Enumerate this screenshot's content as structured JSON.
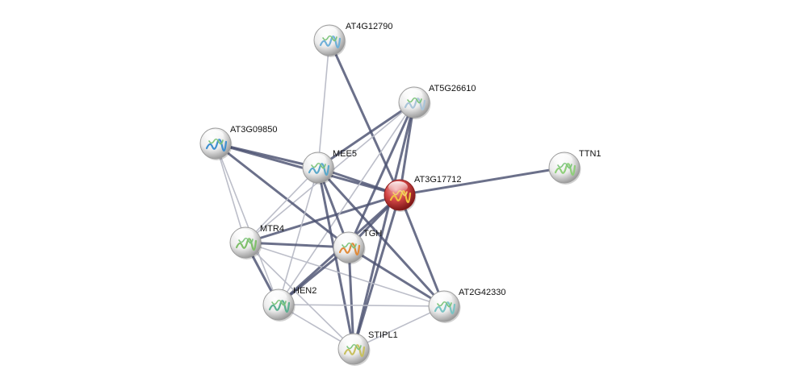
{
  "colors": {
    "background": "#ffffff",
    "edge_strong": "#4a5070",
    "edge_weak": "#b8bac6",
    "node_query": "#cc3333",
    "node_neighbor": "#e6e6e6",
    "label": "#111111"
  },
  "network": {
    "query_node": "AT3G17712",
    "nodes": [
      {
        "id": "AT4G12790",
        "label": "AT4G12790",
        "type": "neighbor",
        "structure_color": "#6fb0d8"
      },
      {
        "id": "AT5G26610",
        "label": "AT5G26610",
        "type": "neighbor",
        "structure_color": "#a9c4d8"
      },
      {
        "id": "AT3G09850",
        "label": "AT3G09850",
        "type": "neighbor",
        "structure_color": "#3f8fcf"
      },
      {
        "id": "MEE5",
        "label": "MEE5",
        "type": "neighbor",
        "structure_color": "#5aa7c9"
      },
      {
        "id": "AT3G17712",
        "label": "AT3G17712",
        "type": "query",
        "structure_color": "#f0c040"
      },
      {
        "id": "TTN1",
        "label": "TTN1",
        "type": "neighbor",
        "structure_color": "#8fcf7a"
      },
      {
        "id": "MTR4",
        "label": "MTR4",
        "type": "neighbor",
        "structure_color": "#7fbf6a"
      },
      {
        "id": "TGH",
        "label": "TGH",
        "type": "neighbor",
        "structure_color": "#e08a3a"
      },
      {
        "id": "HEN2",
        "label": "HEN2",
        "type": "neighbor",
        "structure_color": "#5ab08f"
      },
      {
        "id": "AT2G42330",
        "label": "AT2G42330",
        "type": "neighbor",
        "structure_color": "#7ac4c4"
      },
      {
        "id": "STIPL1",
        "label": "STIPL1",
        "type": "neighbor",
        "structure_color": "#c8c060"
      }
    ],
    "edges": [
      {
        "source": "AT3G17712",
        "target": "TTN1",
        "strength": "strong"
      },
      {
        "source": "AT3G17712",
        "target": "AT4G12790",
        "strength": "strong"
      },
      {
        "source": "AT3G17712",
        "target": "AT5G26610",
        "strength": "strong"
      },
      {
        "source": "AT3G17712",
        "target": "AT3G09850",
        "strength": "strong"
      },
      {
        "source": "AT3G17712",
        "target": "MEE5",
        "strength": "strong"
      },
      {
        "source": "AT3G17712",
        "target": "MTR4",
        "strength": "strong"
      },
      {
        "source": "AT3G17712",
        "target": "TGH",
        "strength": "strong"
      },
      {
        "source": "AT3G17712",
        "target": "HEN2",
        "strength": "strong"
      },
      {
        "source": "AT3G17712",
        "target": "AT2G42330",
        "strength": "strong"
      },
      {
        "source": "AT3G17712",
        "target": "STIPL1",
        "strength": "strong"
      },
      {
        "source": "AT4G12790",
        "target": "MEE5",
        "strength": "weak"
      },
      {
        "source": "AT5G26610",
        "target": "MEE5",
        "strength": "strong"
      },
      {
        "source": "AT5G26610",
        "target": "TGH",
        "strength": "strong"
      },
      {
        "source": "AT5G26610",
        "target": "MTR4",
        "strength": "weak"
      },
      {
        "source": "AT5G26610",
        "target": "HEN2",
        "strength": "weak"
      },
      {
        "source": "AT5G26610",
        "target": "STIPL1",
        "strength": "strong"
      },
      {
        "source": "AT3G09850",
        "target": "MEE5",
        "strength": "strong"
      },
      {
        "source": "AT3G09850",
        "target": "MTR4",
        "strength": "weak"
      },
      {
        "source": "AT3G09850",
        "target": "HEN2",
        "strength": "weak"
      },
      {
        "source": "AT3G09850",
        "target": "TGH",
        "strength": "strong"
      },
      {
        "source": "MEE5",
        "target": "MTR4",
        "strength": "weak"
      },
      {
        "source": "MEE5",
        "target": "TGH",
        "strength": "strong"
      },
      {
        "source": "MEE5",
        "target": "HEN2",
        "strength": "weak"
      },
      {
        "source": "MEE5",
        "target": "STIPL1",
        "strength": "strong"
      },
      {
        "source": "MEE5",
        "target": "AT2G42330",
        "strength": "strong"
      },
      {
        "source": "MTR4",
        "target": "TGH",
        "strength": "strong"
      },
      {
        "source": "MTR4",
        "target": "HEN2",
        "strength": "strong"
      },
      {
        "source": "MTR4",
        "target": "STIPL1",
        "strength": "weak"
      },
      {
        "source": "MTR4",
        "target": "AT2G42330",
        "strength": "weak"
      },
      {
        "source": "TGH",
        "target": "HEN2",
        "strength": "strong"
      },
      {
        "source": "TGH",
        "target": "STIPL1",
        "strength": "strong"
      },
      {
        "source": "TGH",
        "target": "AT2G42330",
        "strength": "strong"
      },
      {
        "source": "HEN2",
        "target": "STIPL1",
        "strength": "weak"
      },
      {
        "source": "HEN2",
        "target": "AT2G42330",
        "strength": "weak"
      },
      {
        "source": "STIPL1",
        "target": "AT2G42330",
        "strength": "weak"
      }
    ]
  }
}
